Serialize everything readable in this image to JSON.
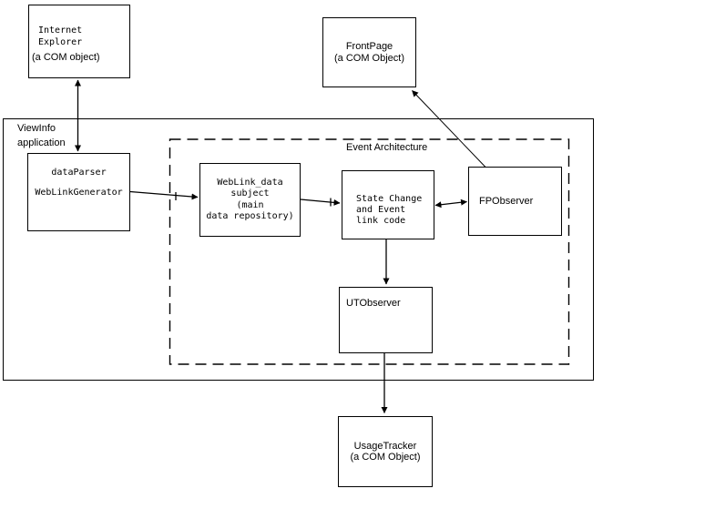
{
  "canvas": {
    "background": "#ffffff",
    "line_color": "#000000"
  },
  "labels": {
    "viewinfo_line1": "ViewInfo",
    "viewinfo_line2": "application",
    "event_architecture": "Event Architecture"
  },
  "boxes": {
    "internet_explorer": {
      "lines": [
        "Internet",
        "Explorer"
      ],
      "note": "(a COM object)"
    },
    "frontpage": {
      "title": "FrontPage",
      "note": "(a COM Object)"
    },
    "dataparser": {
      "lines": [
        "dataParser",
        "WebLinkGenerator"
      ]
    },
    "weblink_data": {
      "lines": [
        "WebLink_data",
        "subject",
        "(main",
        "data repository)"
      ]
    },
    "state_change": {
      "lines": [
        "State Change",
        "and Event",
        "link code"
      ]
    },
    "fpobserver": {
      "title": "FPObserver"
    },
    "utobserver": {
      "title": "UTObserver"
    },
    "usagetracker": {
      "title": "UsageTracker",
      "note": "(a COM Object)"
    }
  }
}
